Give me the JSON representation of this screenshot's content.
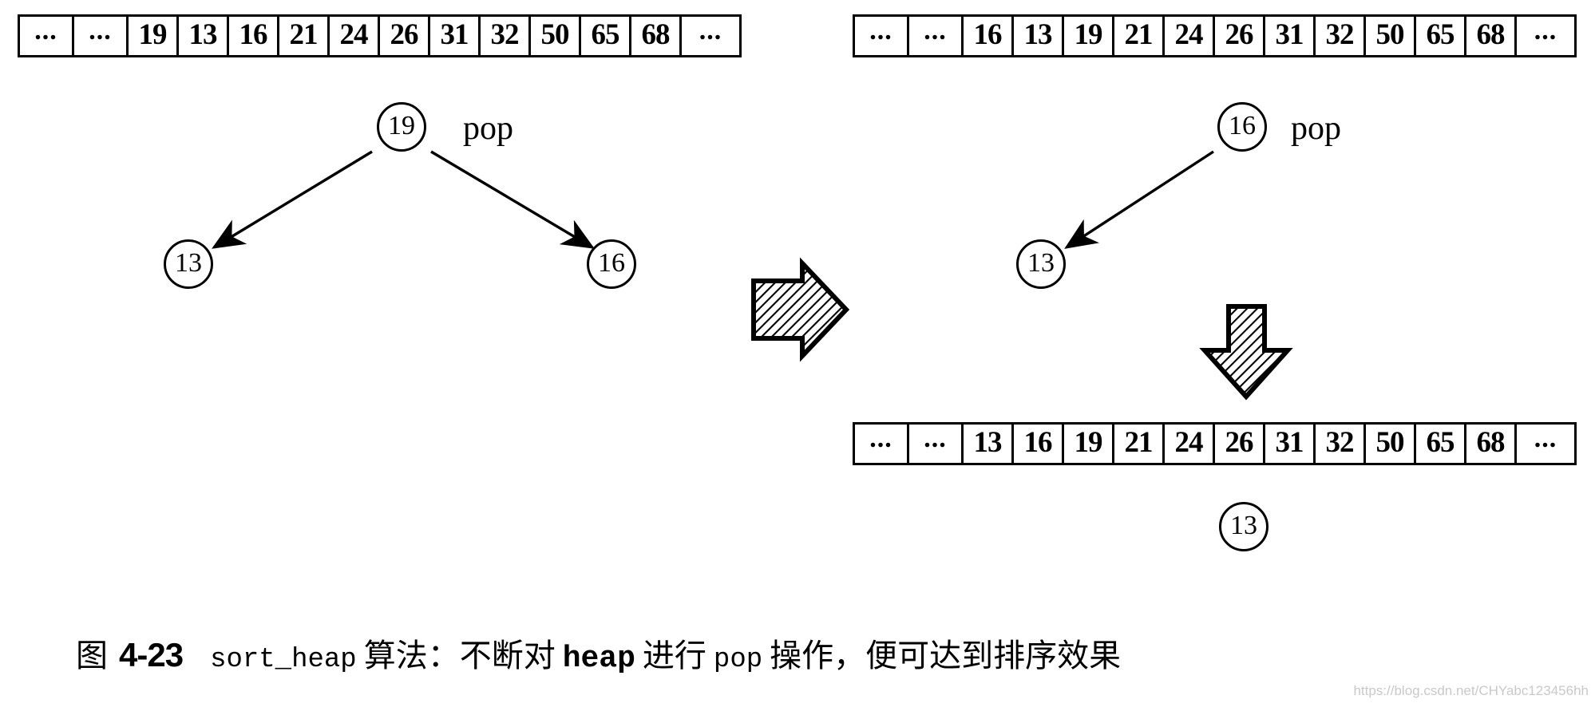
{
  "figure": {
    "caption_label": "图",
    "caption_number": "4-23",
    "caption_code": "sort_heap",
    "caption_text_1": "算法：不断对",
    "caption_code_2": "heap",
    "caption_text_2": "进行",
    "caption_code_3": "pop",
    "caption_text_3": "操作，便可达到排序效果",
    "watermark": "https://blog.csdn.net/CHYabc123456hh"
  },
  "arrays": {
    "top_left": {
      "label": "heap-array-before-pop",
      "cells": [
        "...",
        "...",
        "19",
        "13",
        "16",
        "21",
        "24",
        "26",
        "31",
        "32",
        "50",
        "65",
        "68",
        "..."
      ]
    },
    "top_right": {
      "label": "heap-array-after-first-pop",
      "cells": [
        "...",
        "...",
        "16",
        "13",
        "19",
        "21",
        "24",
        "26",
        "31",
        "32",
        "50",
        "65",
        "68",
        "..."
      ]
    },
    "bottom": {
      "label": "heap-array-after-second-pop",
      "cells": [
        "...",
        "...",
        "13",
        "16",
        "19",
        "21",
        "24",
        "26",
        "31",
        "32",
        "50",
        "65",
        "68",
        "..."
      ]
    }
  },
  "trees": {
    "left": {
      "root": "19",
      "pop_label": "pop",
      "left_child": "13",
      "right_child": "16"
    },
    "right": {
      "root": "16",
      "pop_label": "pop",
      "left_child": "13"
    },
    "final": {
      "root": "13"
    }
  },
  "colors": {
    "ink": "#000000",
    "background": "#ffffff",
    "watermark": "#c9c9c9"
  }
}
